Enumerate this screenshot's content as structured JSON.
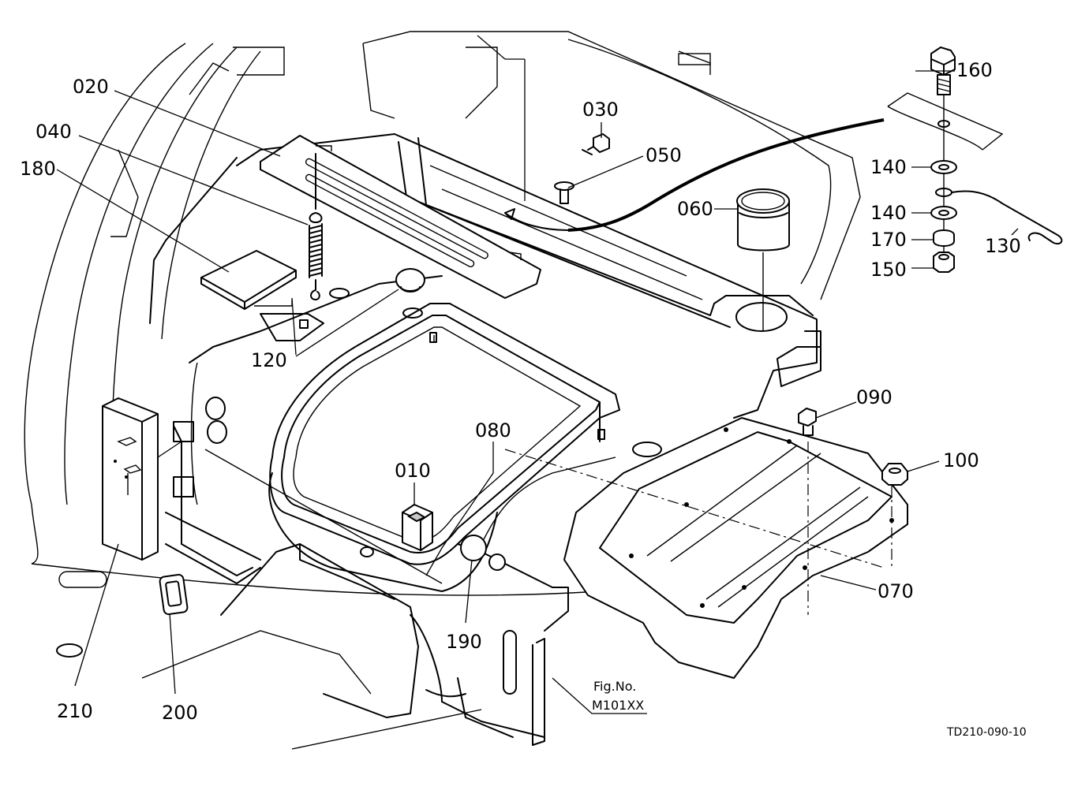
{
  "labels": {
    "p010": "010",
    "p020": "020",
    "p030": "030",
    "p040": "040",
    "p050": "050",
    "p060": "060",
    "p070": "070",
    "p080": "080",
    "p090": "090",
    "p100": "100",
    "p120": "120",
    "p130": "130",
    "p140a": "140",
    "p140b": "140",
    "p150": "150",
    "p160": "160",
    "p170": "170",
    "p180": "180",
    "p190": "190",
    "p200": "200",
    "p210": "210"
  },
  "figure": {
    "fig_label": "Fig.No.",
    "fig_number": "M101XX",
    "drawing_code": "TD210-090-10"
  }
}
